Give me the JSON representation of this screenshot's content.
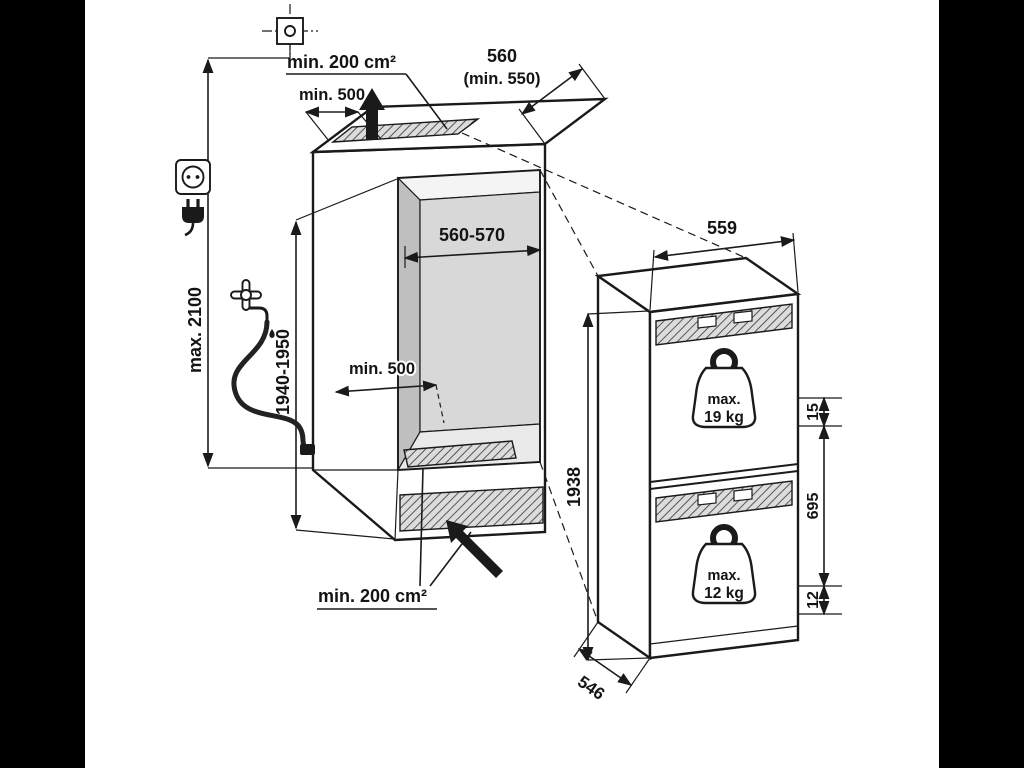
{
  "palette": {
    "line": "#1a1a1a",
    "letterbox": "#000000",
    "wall_left": "#bfbfbf",
    "wall_back": "#d8d8d8",
    "floor": "#eaeaea",
    "hatch_fill": "#dcdcdc"
  },
  "icons": {
    "ceiling_reference": "crosshair-reference-icon",
    "power": "power-socket-icon / power-plug-icon",
    "water": "water-tap-icon / water-drop-icon",
    "airflow": "solid-airflow-arrow",
    "door_weight": "weight-icon"
  },
  "niche": {
    "vent_top_label": "min. 200 cm²",
    "clearance_top": "min. 500",
    "depth_top_value": "560",
    "depth_top_min": "(min. 550)",
    "interior_width": "560-570",
    "interior_depth_min": "min. 500",
    "height_range": "1940-1950",
    "overall_max_height": "max. 2100",
    "vent_bottom_label": "min. 200 cm²"
  },
  "appliance": {
    "width": "559",
    "height": "1938",
    "depth": "546",
    "top_offset": "15",
    "door_panel_length": "695",
    "bottom_offset": "12",
    "upper_door_weight": {
      "prefix": "max.",
      "value": "19 kg"
    },
    "lower_door_weight": {
      "prefix": "max.",
      "value": "12 kg"
    }
  }
}
